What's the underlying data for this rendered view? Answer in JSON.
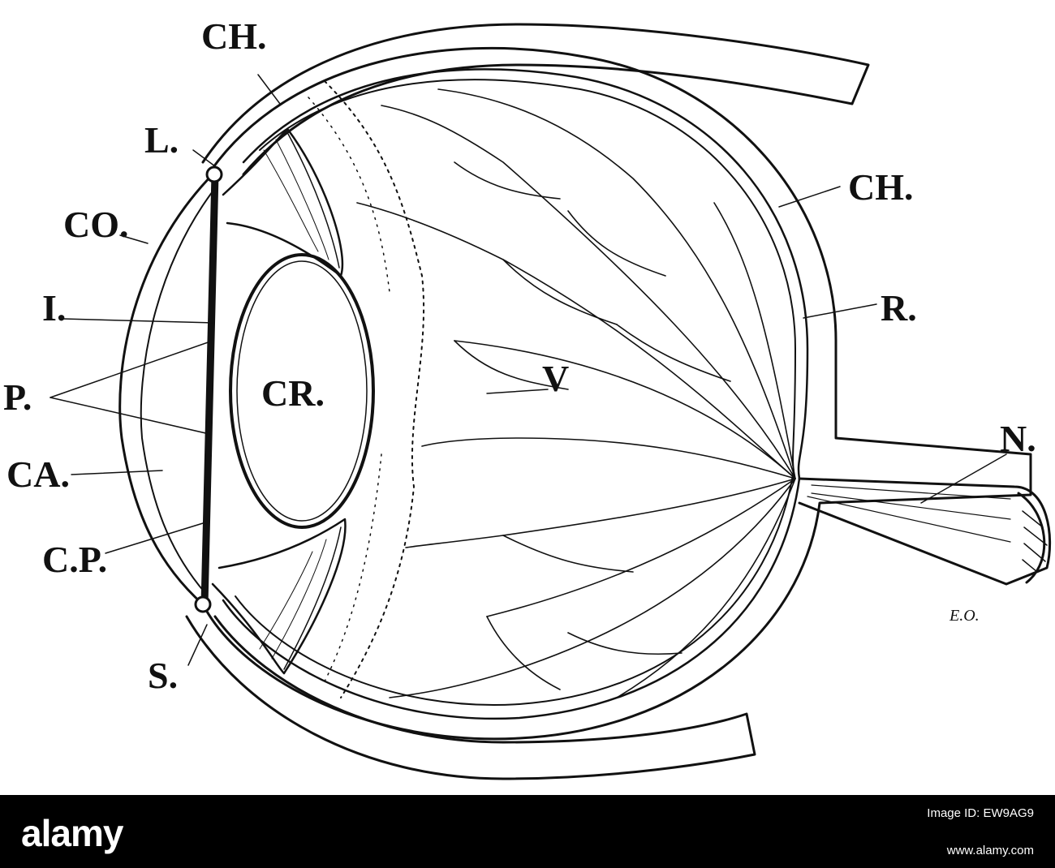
{
  "figure": {
    "labels": {
      "ch_top": "CH.",
      "ch_right": "CH.",
      "l": "L.",
      "co": "CO.",
      "i": "I.",
      "p": "P.",
      "ca": "CA.",
      "cp": "C.P.",
      "s": "S.",
      "cr": "CR.",
      "v": "V",
      "r": "R.",
      "n": "N."
    },
    "signature": "E.O."
  },
  "footer": {
    "brand": "alamy",
    "image_id_label": "Image ID: EW9AG9",
    "image_id_value": "EW9AG9",
    "site": "www.alamy.com"
  }
}
